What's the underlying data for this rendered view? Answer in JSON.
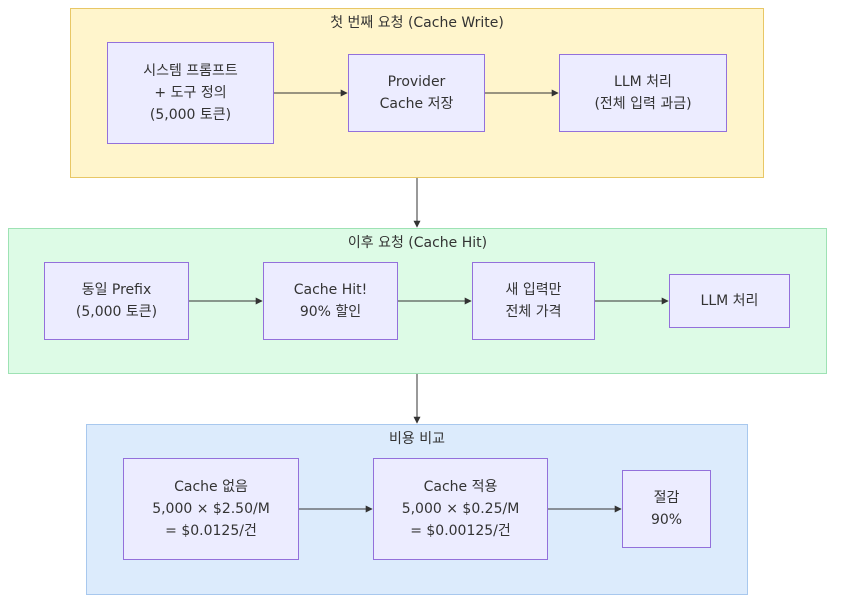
{
  "groups": {
    "first": {
      "title": "첫 번째 요청 (Cache Write)",
      "fill": "#FFF5CC",
      "stroke": "#E8C766"
    },
    "after": {
      "title": "이후 요청 (Cache Hit)",
      "fill": "#DDFBE6",
      "stroke": "#9EE2B4"
    },
    "cost": {
      "title": "비용 비교",
      "fill": "#DCEBFC",
      "stroke": "#A8C8EE"
    }
  },
  "nodes": {
    "system_prompt": {
      "lines": [
        "시스템 프롬프트",
        "+ 도구 정의",
        "(5,000 토큰)"
      ]
    },
    "provider_cache": {
      "lines": [
        "Provider",
        "Cache 저장"
      ]
    },
    "llm_full": {
      "lines": [
        "LLM 처리",
        "(전체 입력 과금)"
      ]
    },
    "same_prefix": {
      "lines": [
        "동일 Prefix",
        "(5,000 토큰)"
      ]
    },
    "cache_hit": {
      "lines": [
        "Cache Hit!",
        "90% 할인"
      ]
    },
    "new_input": {
      "lines": [
        "새 입력만",
        "전체 가격"
      ]
    },
    "llm_process": {
      "lines": [
        "LLM 처리"
      ]
    },
    "no_cache": {
      "lines": [
        "Cache 없음",
        "5,000 × $2.50/M",
        "= $0.0125/건"
      ]
    },
    "with_cache": {
      "lines": [
        "Cache 적용",
        "5,000 × $0.25/M",
        "= $0.00125/건"
      ]
    },
    "savings": {
      "lines": [
        "절감",
        "90%"
      ]
    }
  },
  "colors": {
    "node_fill": "#ECECFF",
    "node_stroke": "#9370DB",
    "edge": "#333333"
  }
}
